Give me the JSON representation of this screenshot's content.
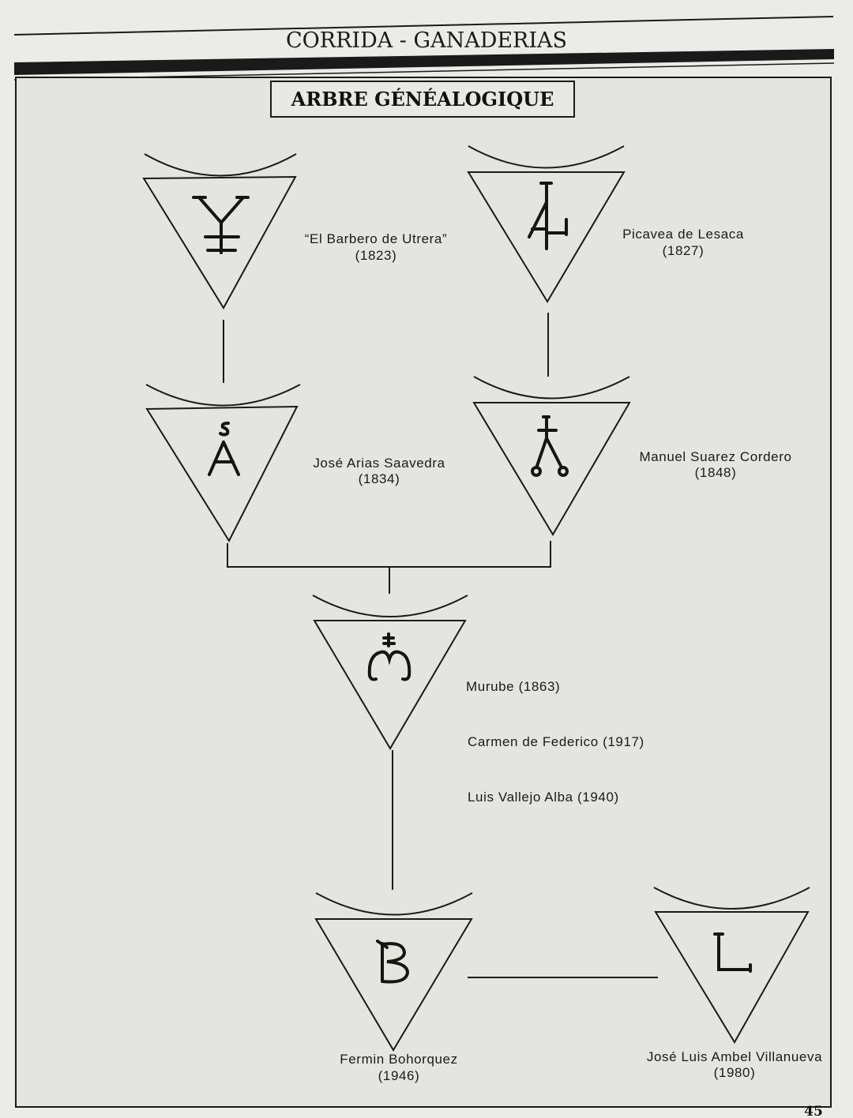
{
  "header": {
    "section": "CORRIDA - GANADERIAS",
    "page_number": "45"
  },
  "diagram": {
    "title": "ARBRE GÉNÉALOGIQUE",
    "nodes": [
      {
        "id": "barbero",
        "brand_icon": "y-cross-brand",
        "lines": [
          "“El Barbero de Utrera”",
          "(1823)"
        ]
      },
      {
        "id": "picavea",
        "brand_icon": "a-cross-brand",
        "lines": [
          "Picavea de Lesaca",
          "(1827)"
        ]
      },
      {
        "id": "arias",
        "brand_icon": "s-a-brand",
        "lines": [
          "José Arias Saavedra",
          "(1834)"
        ]
      },
      {
        "id": "suarez",
        "brand_icon": "cross-scissors-brand",
        "lines": [
          "Manuel Suarez Cordero",
          "(1848)"
        ]
      },
      {
        "id": "murube",
        "brand_icon": "crown-cross-brand",
        "lines": [
          "Murube (1863)",
          "Carmen de Federico (1917)",
          "Luis Vallejo Alba (1940)"
        ]
      },
      {
        "id": "bohorquez",
        "brand_icon": "b-brand",
        "lines": [
          "Fermin Bohorquez",
          "(1946)"
        ]
      },
      {
        "id": "ambel",
        "brand_icon": "l-brand",
        "lines": [
          "José Luis Ambel Villanueva",
          "(1980)"
        ]
      }
    ]
  }
}
